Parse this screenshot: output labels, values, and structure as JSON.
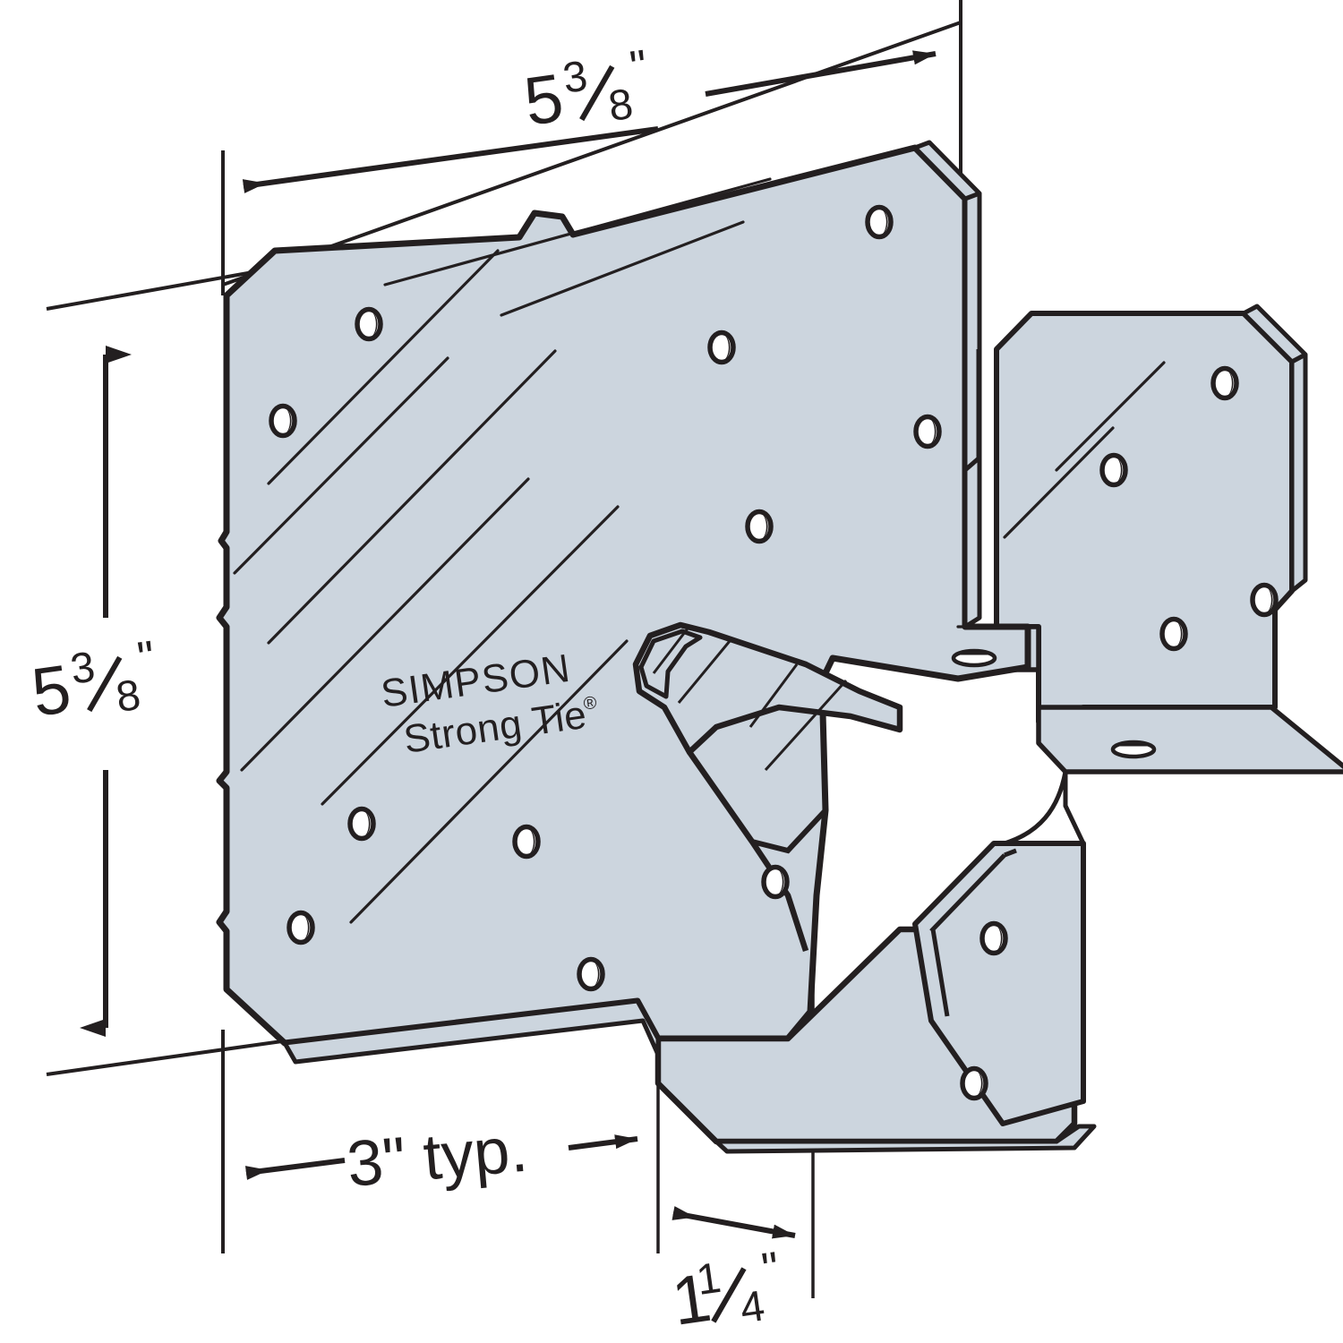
{
  "drawing": {
    "title": "Simpson Strong-Tie Connector Dimensional Drawing",
    "type": "technical-line-drawing",
    "background_color": "#ffffff",
    "metal_fill_color": "#ccd5de",
    "line_color": "#231f20"
  },
  "brand": {
    "line1": "SIMPSON",
    "line2": "Strong Tie",
    "registered_mark": "®"
  },
  "dimensions": {
    "top": {
      "label": "5",
      "numerator": "3",
      "denominator": "8",
      "unit": "\"",
      "full_text": "5 3/8\"",
      "orientation": "horizontal",
      "position": "top"
    },
    "left": {
      "label": "5",
      "numerator": "3",
      "denominator": "8",
      "unit": "\"",
      "full_text": "5 3/8\"",
      "orientation": "vertical",
      "position": "left"
    },
    "bottom_left": {
      "label": "3\" typ.",
      "orientation": "horizontal",
      "position": "bottom"
    },
    "bottom_right": {
      "label": "1",
      "numerator": "1",
      "denominator": "4",
      "unit": "\"",
      "full_text": "1 1/4\"",
      "orientation": "horizontal",
      "position": "bottom-right"
    }
  },
  "features": {
    "fastener_holes_main_plate": 13,
    "fastener_holes_side_plate": 5,
    "fastener_holes_lower_tab": 2,
    "seat_flange_slots": 2,
    "embossed_rib": 1
  }
}
